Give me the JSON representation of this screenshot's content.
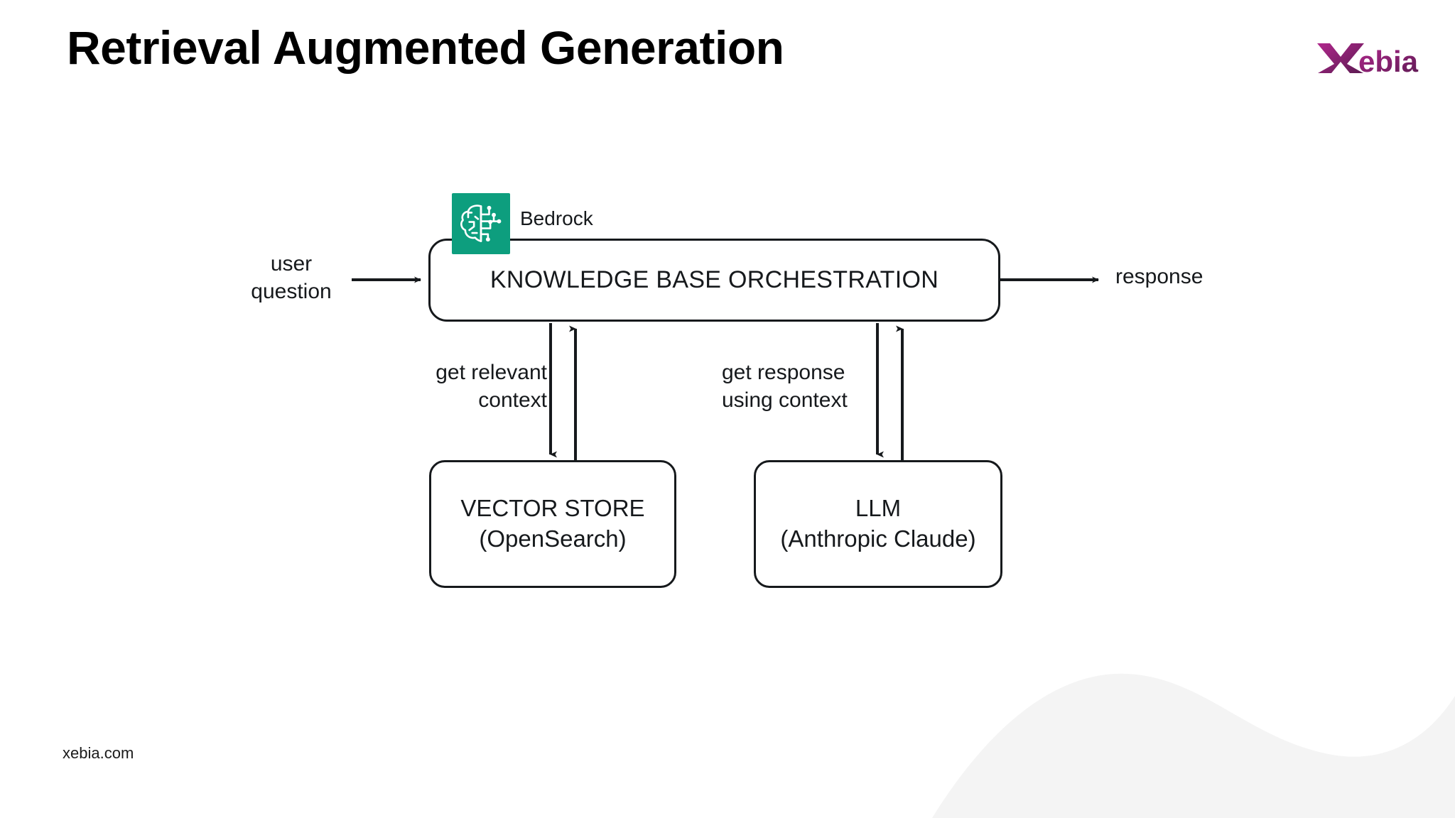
{
  "slide": {
    "title": "Retrieval Augmented Generation",
    "footer_url": "xebia.com",
    "background_color": "#ffffff",
    "wave_color": "#f4f4f4"
  },
  "brand": {
    "name": "Xebia",
    "mark_text": "X",
    "word_text": "ebia",
    "color_light": "#b0278c",
    "color_dark": "#5c1b52"
  },
  "diagram": {
    "type": "flow-diagram",
    "stroke_color": "#16191c",
    "badge": {
      "label": "Bedrock",
      "icon": "bedrock-brain-circuit-icon",
      "icon_background": "#0d9e7e",
      "icon_stroke": "#ffffff"
    },
    "nodes": [
      {
        "id": "orchestration",
        "lines": [
          "KNOWLEDGE BASE ORCHESTRATION"
        ]
      },
      {
        "id": "vector-store",
        "lines": [
          "VECTOR STORE",
          "(OpenSearch)"
        ]
      },
      {
        "id": "llm",
        "lines": [
          "LLM",
          "(Anthropic Claude)"
        ]
      }
    ],
    "edge_labels": [
      {
        "id": "user-question",
        "text": "user\nquestion"
      },
      {
        "id": "response",
        "text": "response"
      },
      {
        "id": "get-relevant-context",
        "text": "get relevant\ncontext"
      },
      {
        "id": "get-response-using-context",
        "text": "get response\nusing context"
      }
    ],
    "edges": [
      {
        "from": "user-question",
        "to": "orchestration",
        "direction": "right"
      },
      {
        "from": "orchestration",
        "to": "response",
        "direction": "right"
      },
      {
        "from": "orchestration",
        "to": "vector-store",
        "direction": "down"
      },
      {
        "from": "vector-store",
        "to": "orchestration",
        "direction": "up"
      },
      {
        "from": "orchestration",
        "to": "llm",
        "direction": "down"
      },
      {
        "from": "llm",
        "to": "orchestration",
        "direction": "up"
      }
    ]
  }
}
